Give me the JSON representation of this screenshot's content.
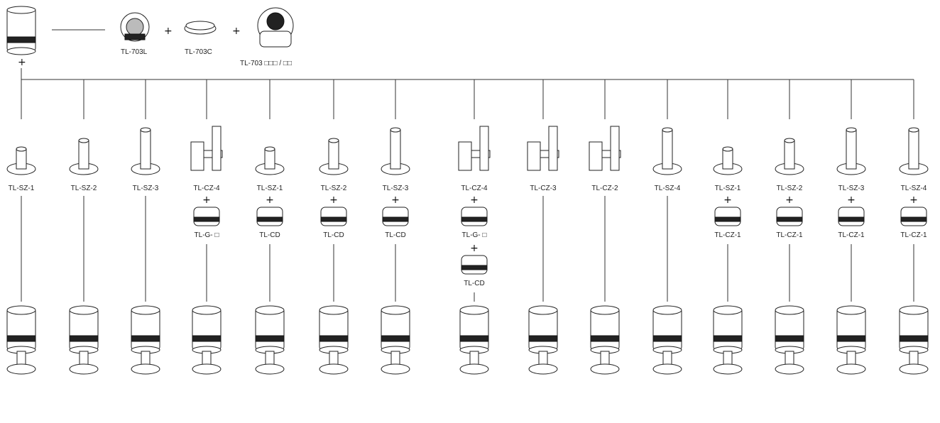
{
  "top": {
    "parts": [
      {
        "label": "TL-703L"
      },
      {
        "label": "TL-703C"
      },
      {
        "label": "TL-703 □□□ / □□"
      }
    ],
    "plus": "+"
  },
  "columns": [
    {
      "mount": "TL-SZ-1",
      "extras": []
    },
    {
      "mount": "TL-SZ-2",
      "extras": []
    },
    {
      "mount": "TL-SZ-3",
      "extras": []
    },
    {
      "mount": "TL-CZ-4",
      "extras": [
        "TL-G- □"
      ]
    },
    {
      "mount": "TL-SZ-1",
      "extras": [
        "TL-CD"
      ]
    },
    {
      "mount": "TL-SZ-2",
      "extras": [
        "TL-CD"
      ]
    },
    {
      "mount": "TL-SZ-3",
      "extras": [
        "TL-CD"
      ]
    },
    {
      "mount": "TL-CZ-4",
      "extras": [
        "TL-G- □",
        "TL-CD"
      ]
    },
    {
      "mount": "TL-CZ-3",
      "extras": []
    },
    {
      "mount": "TL-CZ-2",
      "extras": []
    },
    {
      "mount": "TL-SZ-4",
      "extras": []
    },
    {
      "mount": "TL-SZ-1",
      "extras": [
        "TL-CZ-1"
      ]
    },
    {
      "mount": "TL-SZ-2",
      "extras": [
        "TL-CZ-1"
      ]
    },
    {
      "mount": "TL-SZ-3",
      "extras": [
        "TL-CZ-1"
      ]
    },
    {
      "mount": "TL-SZ-4",
      "extras": [
        "TL-CZ-1"
      ]
    }
  ]
}
